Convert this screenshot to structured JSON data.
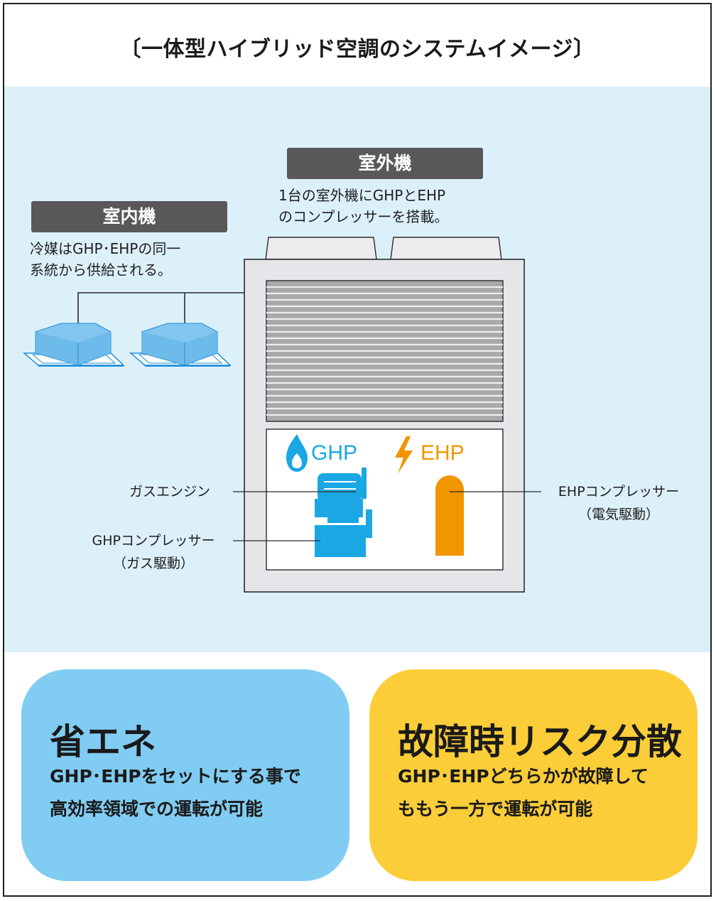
{
  "title": "〔一体型ハイブリッド空調のシステムイメージ〕",
  "outdoor": {
    "tag": "室外機",
    "desc_lines": [
      "1台の室外機にGHPとEHP",
      "のコンプレッサーを搭載。"
    ]
  },
  "indoor": {
    "tag": "室内機",
    "desc_lines": [
      "冷媒はGHP･EHPの同一",
      "系統から供給される。"
    ]
  },
  "ghp": {
    "label": "GHP",
    "color": "#1aa7e3"
  },
  "ehp": {
    "label": "EHP",
    "color": "#f19500"
  },
  "callouts": {
    "gas_engine": "ガスエンジン",
    "ghp_compressor_lines": [
      "GHPコンプレッサー",
      "（ガス駆動）"
    ],
    "ehp_compressor_lines": [
      "EHPコンプレッサー",
      "（電気駆動）"
    ]
  },
  "cards": [
    {
      "title": "省エネ",
      "lines": [
        "GHP･EHPをセットにする事で",
        "高効率領域での運転が可能"
      ],
      "color": "#81ccf2"
    },
    {
      "title": "故障時リスク分散",
      "lines": [
        "GHP･EHPどちらかが故障して",
        "ももう一方で運転が可能"
      ],
      "color": "#fbcd38"
    }
  ]
}
